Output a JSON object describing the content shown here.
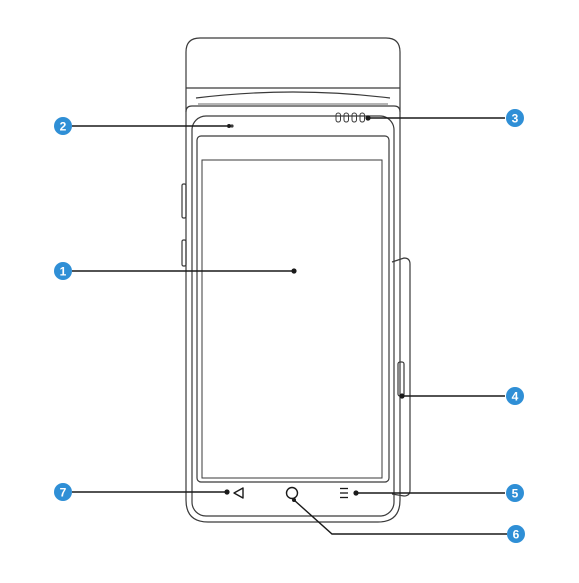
{
  "diagram": {
    "accent_color": "#2f8fd6",
    "line_color": "#1a1a1a",
    "outline_color": "#3a3a3a",
    "callouts": [
      {
        "id": "c1",
        "label": "1",
        "part": "screen"
      },
      {
        "id": "c2",
        "label": "2",
        "part": "front-camera"
      },
      {
        "id": "c3",
        "label": "3",
        "part": "speaker"
      },
      {
        "id": "c4",
        "label": "4",
        "part": "card-slot"
      },
      {
        "id": "c5",
        "label": "5",
        "part": "menu-key"
      },
      {
        "id": "c6",
        "label": "6",
        "part": "home-key"
      },
      {
        "id": "c7",
        "label": "7",
        "part": "back-key"
      }
    ]
  }
}
